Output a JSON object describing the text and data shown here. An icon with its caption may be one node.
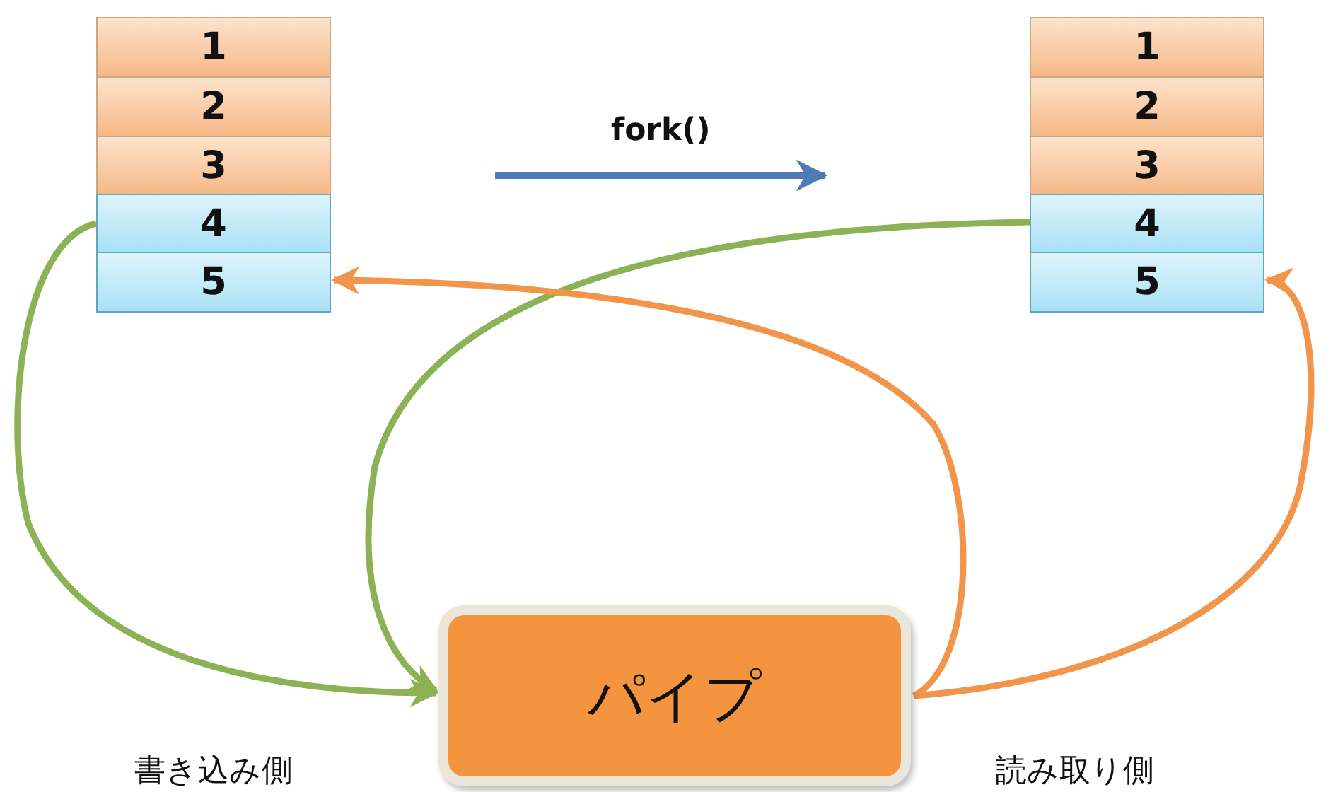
{
  "diagram": {
    "nodes": [
      {
        "text": [
          "1"
        ]
      },
      {
        "text": [
          "2"
        ]
      },
      {
        "text": [
          "3"
        ]
      },
      {
        "text": [
          "4"
        ]
      },
      {
        "text": [
          "5"
        ]
      },
      {
        "text": [
          "1"
        ]
      },
      {
        "text": [
          "2"
        ]
      },
      {
        "text": [
          "3"
        ]
      },
      {
        "text": [
          "4"
        ]
      },
      {
        "text": [
          "5"
        ]
      },
      {
        "text": [
          "パイプ"
        ]
      }
    ],
    "edges": [
      {
        "from": 3,
        "to": 10,
        "arrow": "to",
        "color": "#8db155"
      },
      {
        "from": 8,
        "to": 10,
        "arrow": "to",
        "color": "#8db155"
      },
      {
        "from": 10,
        "to": 4,
        "arrow": "to",
        "color": "#f0954a"
      },
      {
        "from": 10,
        "to": 9,
        "arrow": "to",
        "color": "#f0954a"
      }
    ],
    "labels": [
      "fork()",
      "書き込み側",
      "読み取り側"
    ]
  }
}
